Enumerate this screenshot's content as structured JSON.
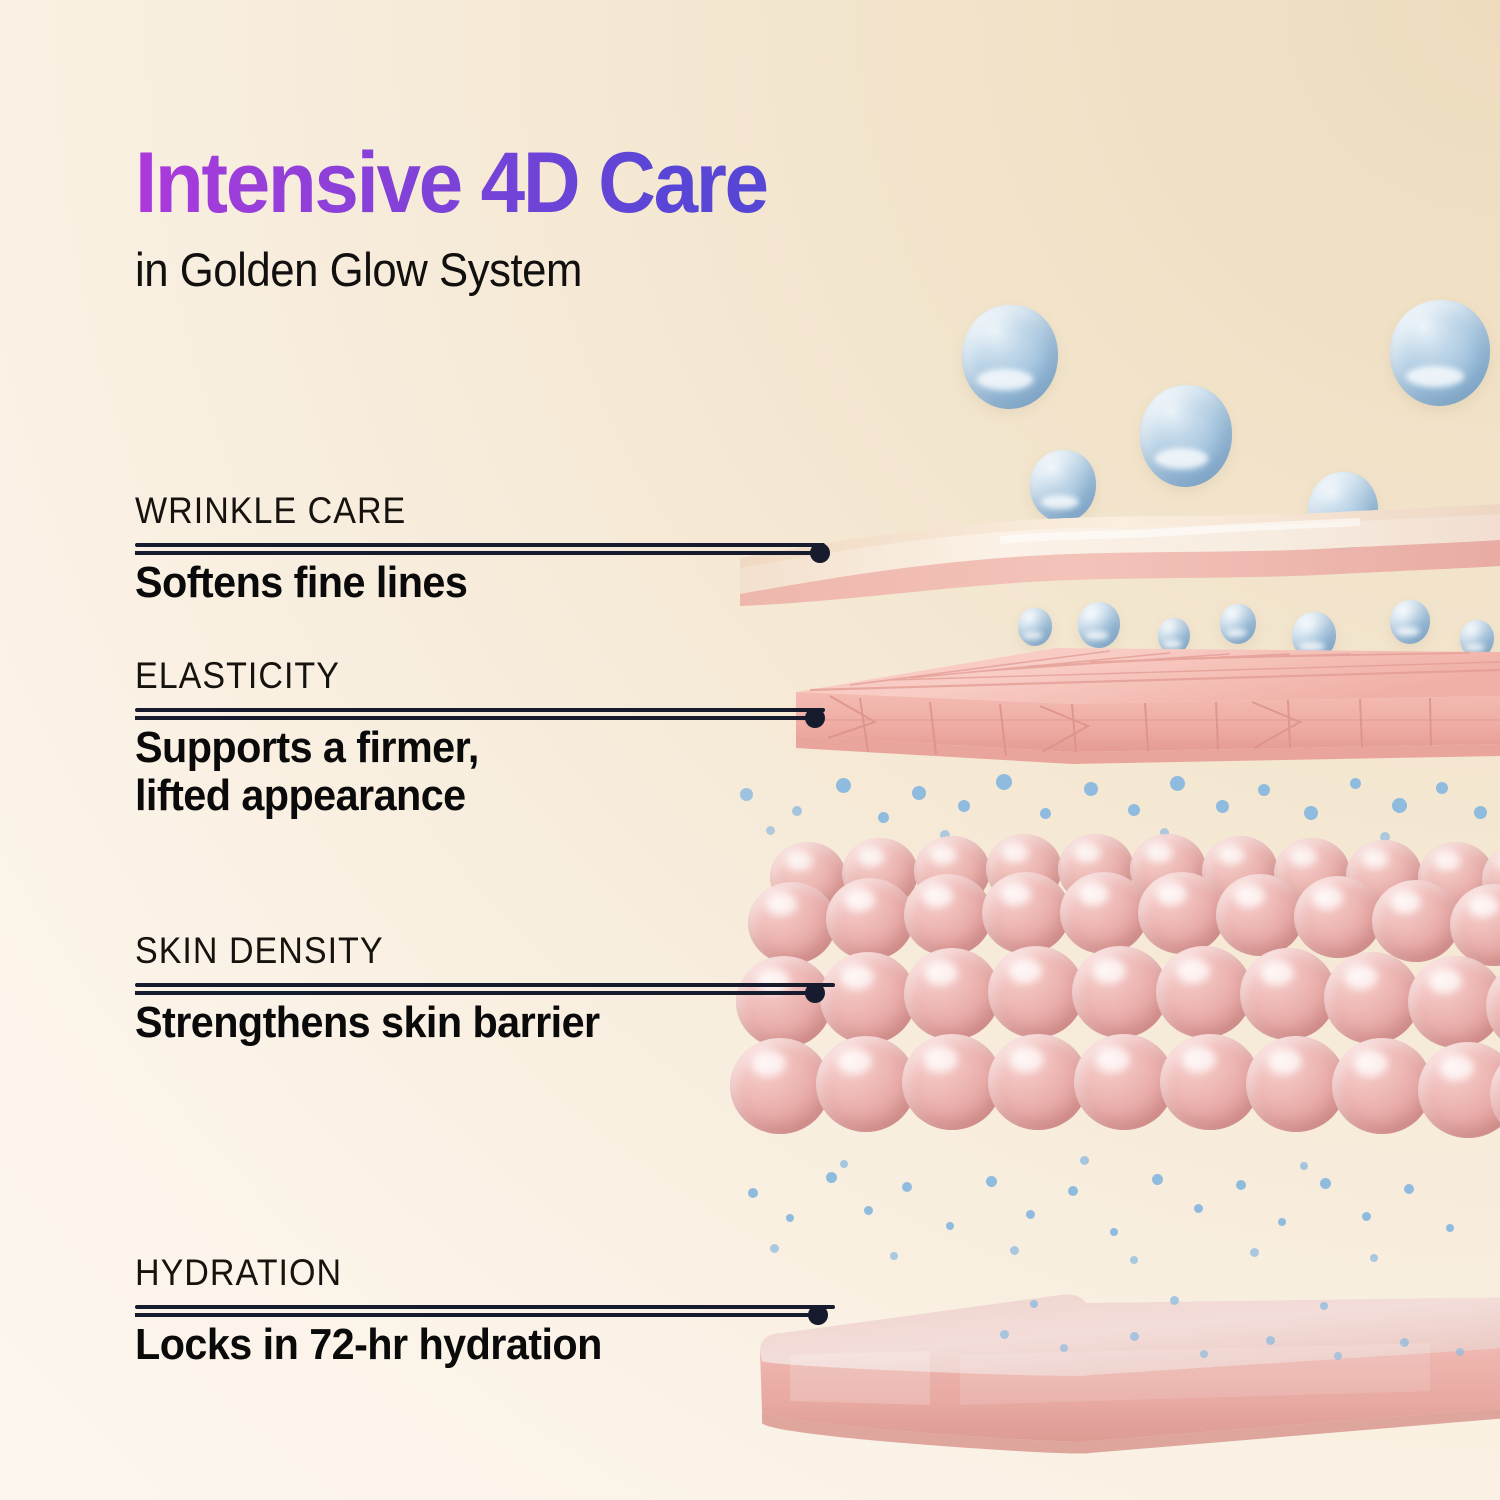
{
  "background": {
    "gradient_from": "#faf1e5",
    "gradient_to": "#eddcbe"
  },
  "header": {
    "title": "Intensive 4D Care",
    "subtitle": "in Golden Glow System",
    "title_gradient_start": "#ad38dc",
    "title_gradient_end": "#5546d5"
  },
  "accent_color": "#161c2e",
  "callouts": [
    {
      "eyebrow": "WRINKLE CARE",
      "statement": "Softens fine lines"
    },
    {
      "eyebrow": "ELASTICITY",
      "statement": "Supports a firmer,\nlifted appearance"
    },
    {
      "eyebrow": "SKIN DENSITY",
      "statement": "Strengthens skin barrier"
    },
    {
      "eyebrow": "HYDRATION",
      "statement": "Locks in 72-hr hydration"
    }
  ],
  "illustration": {
    "layers": [
      {
        "name": "epidermis-sheet",
        "color": "#f6e3d2"
      },
      {
        "name": "elasticity-slab",
        "color": "#f2b3ab"
      },
      {
        "name": "skin-density-spheres",
        "color": "#e9aeab"
      },
      {
        "name": "hydration-slab",
        "color": "#eab9b4"
      }
    ],
    "droplet_color": "#9fc1dc"
  }
}
